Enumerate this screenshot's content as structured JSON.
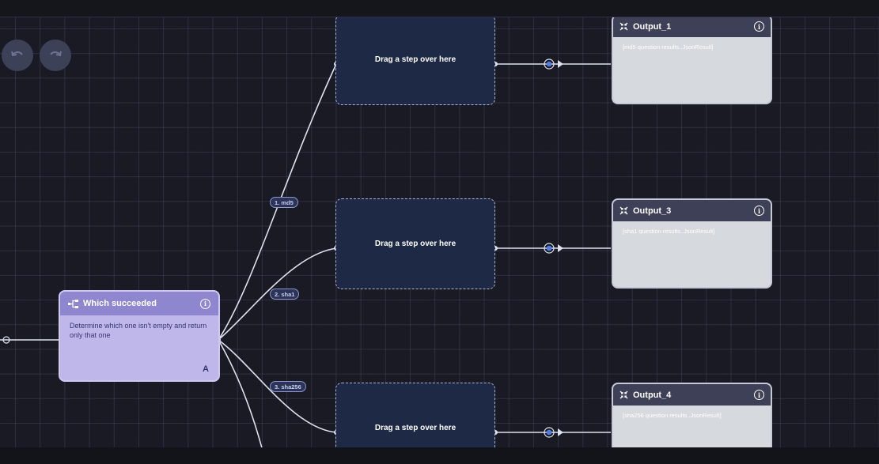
{
  "toolbar": {
    "undo": "undo-icon",
    "redo": "redo-icon"
  },
  "logic_node": {
    "title": "Which succeeded",
    "description": "Determine which one isn't empty and return only that one",
    "corner_label": "A"
  },
  "edge_labels": [
    "1. md5",
    "2. sha1",
    "3. sha256"
  ],
  "dropzones": [
    "Drag a step over here",
    "Drag a step over here",
    "Drag a step over here"
  ],
  "outputs": [
    {
      "title": "Output_1",
      "value": "[md5 question results..JsonResult]"
    },
    {
      "title": "Output_3",
      "value": "[sha1 question results..JsonResult]"
    },
    {
      "title": "Output_4",
      "value": "[sha256 question results..JsonResult]"
    }
  ],
  "colors": {
    "canvas": "#1a1a24",
    "dropzone": "#1e2a45",
    "logic_header": "#8f86d0",
    "logic_body": "#bfb7ea",
    "output_header": "#3e4058",
    "output_body": "#d6dade",
    "connector_dot": "#4f7fe0"
  }
}
